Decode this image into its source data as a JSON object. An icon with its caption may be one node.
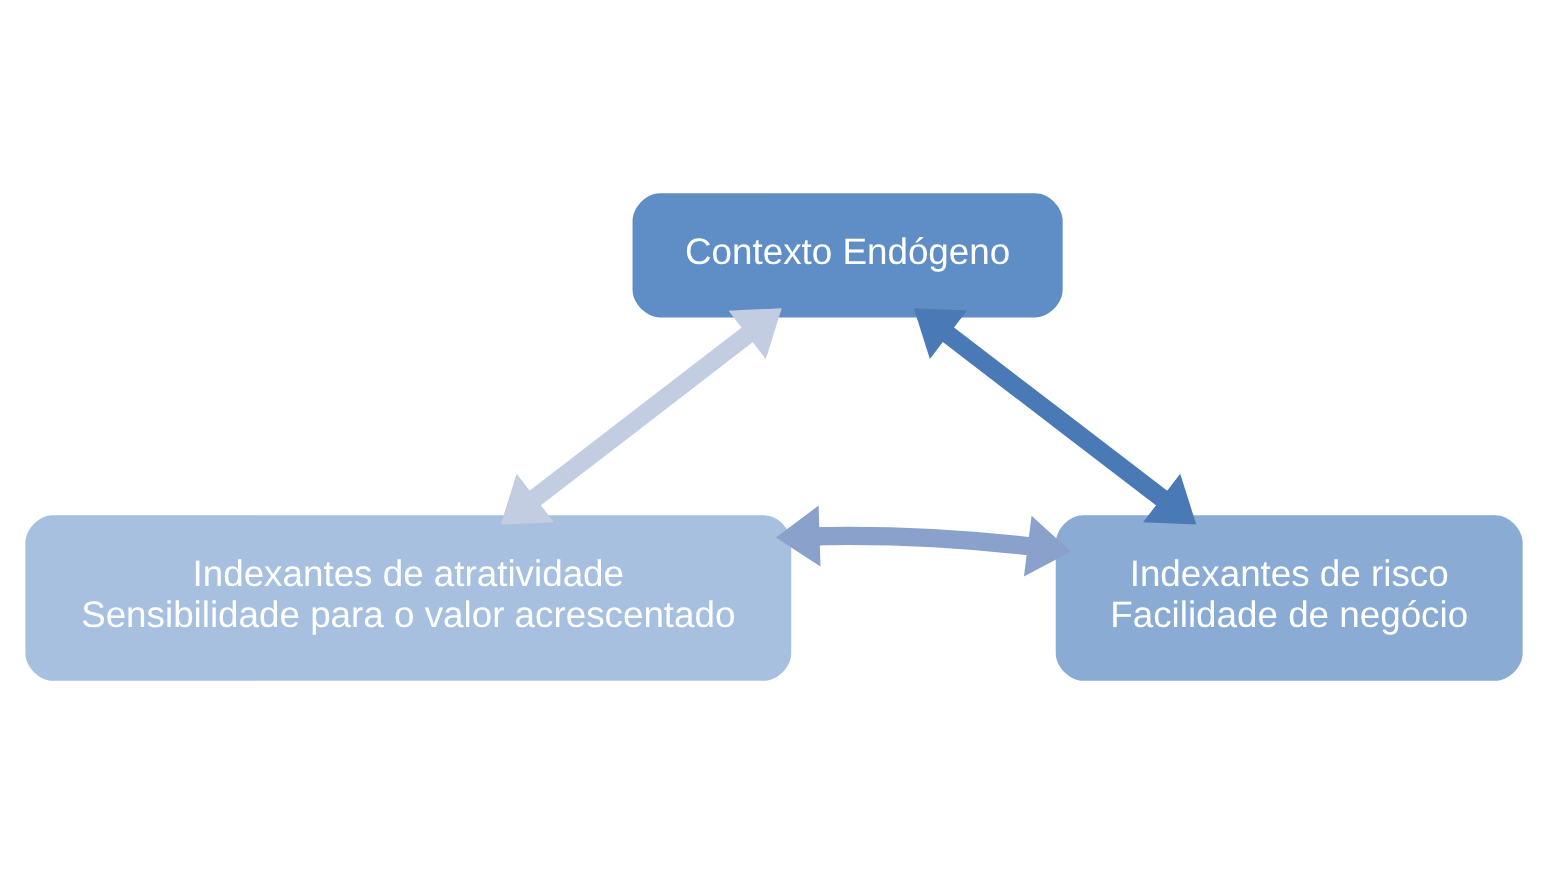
{
  "diagram": {
    "nodes": [
      {
        "text": [
          "Contexto Endógeno"
        ]
      },
      {
        "text": [
          "Indexantes de atratividade",
          "Sensibilidade para o valor acrescentado"
        ]
      },
      {
        "text": [
          "Indexantes de risco",
          "Facilidade de negócio"
        ]
      }
    ],
    "edges": [
      {
        "from": 1,
        "to": 0,
        "arrow": "both",
        "color": "#c3cde2"
      },
      {
        "from": 0,
        "to": 2,
        "arrow": "both",
        "color": "#4a7ab6"
      },
      {
        "from": 1,
        "to": 2,
        "arrow": "both",
        "color": "#8aa2cb"
      }
    ]
  }
}
